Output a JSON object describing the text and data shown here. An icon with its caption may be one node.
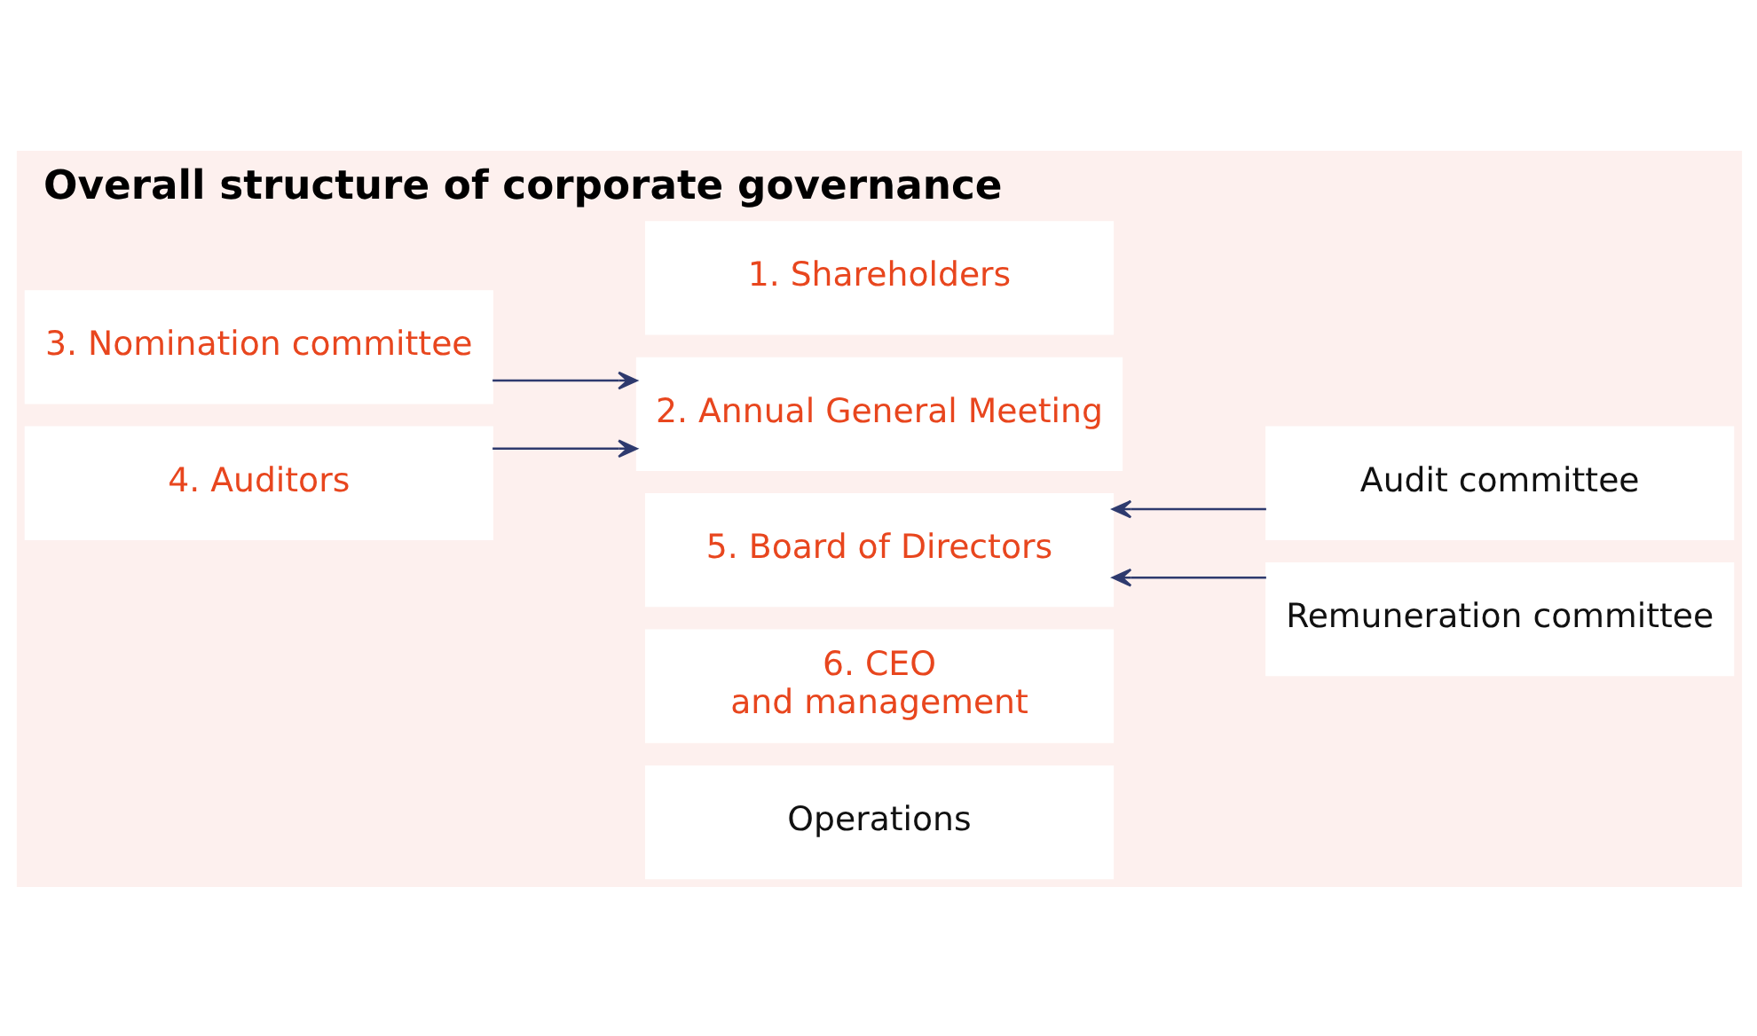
{
  "diagram": {
    "title": "Overall structure of corporate governance",
    "nodes": [
      {
        "text": [
          "3. Nomination committee"
        ]
      },
      {
        "text": [
          "1. Shareholders"
        ]
      },
      {
        "text": [
          "2. Annual General Meeting"
        ]
      },
      {
        "text": [
          "4. Auditors"
        ]
      },
      {
        "text": [
          "5. Board of Directors"
        ]
      },
      {
        "text": [
          "Audit committee"
        ]
      },
      {
        "text": [
          "Remuneration committee"
        ]
      },
      {
        "text": [
          "6. CEO and management"
        ]
      },
      {
        "text": [
          "Operations"
        ]
      }
    ],
    "edges": [
      {
        "from": 0,
        "to": 2,
        "arrow": "to"
      },
      {
        "from": 3,
        "to": 2,
        "arrow": "to"
      },
      {
        "from": 5,
        "to": 4,
        "arrow": "to"
      },
      {
        "from": 6,
        "to": 4,
        "arrow": "to"
      }
    ]
  }
}
